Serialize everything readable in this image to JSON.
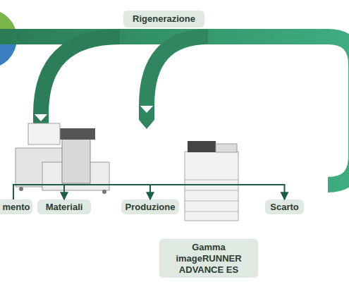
{
  "diagram": {
    "nodes": [
      {
        "text": [
          "Rigenerazione"
        ]
      },
      {
        "text": [
          "mento"
        ]
      },
      {
        "text": [
          "Materiali"
        ]
      },
      {
        "text": [
          "Produzione"
        ]
      },
      {
        "text": [
          "Scarto"
        ]
      },
      {
        "text": [
          "Gamma imageRUNNER ADVANCE ES"
        ]
      }
    ],
    "edges": [
      {
        "from": 1,
        "to": 2,
        "arrow": "to"
      },
      {
        "from": 2,
        "to": 3,
        "arrow": "to"
      },
      {
        "from": 3,
        "to": 4,
        "arrow": "to"
      }
    ]
  }
}
